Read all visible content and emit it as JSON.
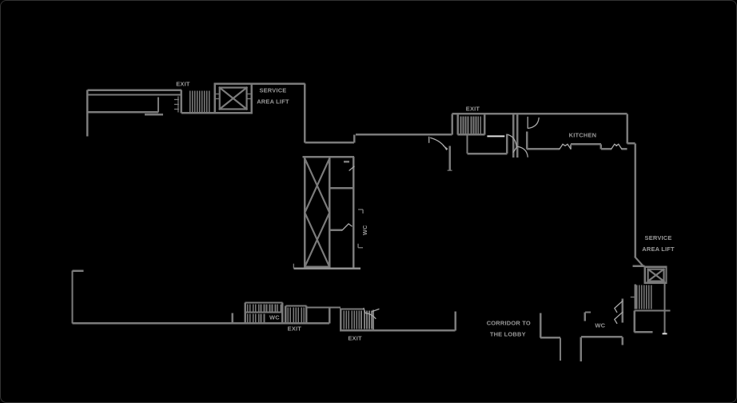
{
  "page": {
    "title": "Floor Plan"
  },
  "colors": {
    "background": "#000000",
    "frame_border": "#333333",
    "wall": "#7b7b7b",
    "door": "#a9a9a9",
    "bright_detail": "#e0e0e0",
    "label_text": "#9a9a9a"
  },
  "labels": {
    "exit_top_left": {
      "text": "EXIT"
    },
    "service_area_lift_top": {
      "line1": "SERVICE",
      "line2": "AREA LIFT"
    },
    "exit_mid": {
      "text": "EXIT"
    },
    "kitchen": {
      "text": "KITCHEN"
    },
    "wc_center": {
      "text": "WC"
    },
    "wc_stairs_bottom": {
      "text": "WC"
    },
    "exit_bottom_left": {
      "text": "EXIT"
    },
    "exit_bottom_mid": {
      "text": "EXIT"
    },
    "corridor_to_lobby": {
      "line1": "CORRIDOR TO",
      "line2": "THE LOBBY"
    },
    "wc_bottom_right": {
      "text": "WC"
    },
    "service_area_lift_right": {
      "line1": "SERVICE",
      "line2": "AREA LIFT"
    }
  },
  "symbols": {
    "lift": "crossed-box",
    "stairs": "hatched-treads",
    "door": "swing-arc"
  }
}
